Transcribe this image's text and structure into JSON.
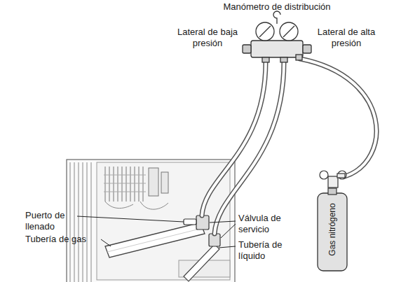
{
  "diagram": {
    "nodes": [
      {
        "text": [
          "Gas nitrógeno"
        ]
      }
    ],
    "labels": [
      "Manómetro de distribución",
      "Lateral de baja presión",
      "Lateral de alta presión",
      "Puerto de llenado",
      "Tubería de gas",
      "Válvula de servicio",
      "Tubería de líquido"
    ]
  }
}
